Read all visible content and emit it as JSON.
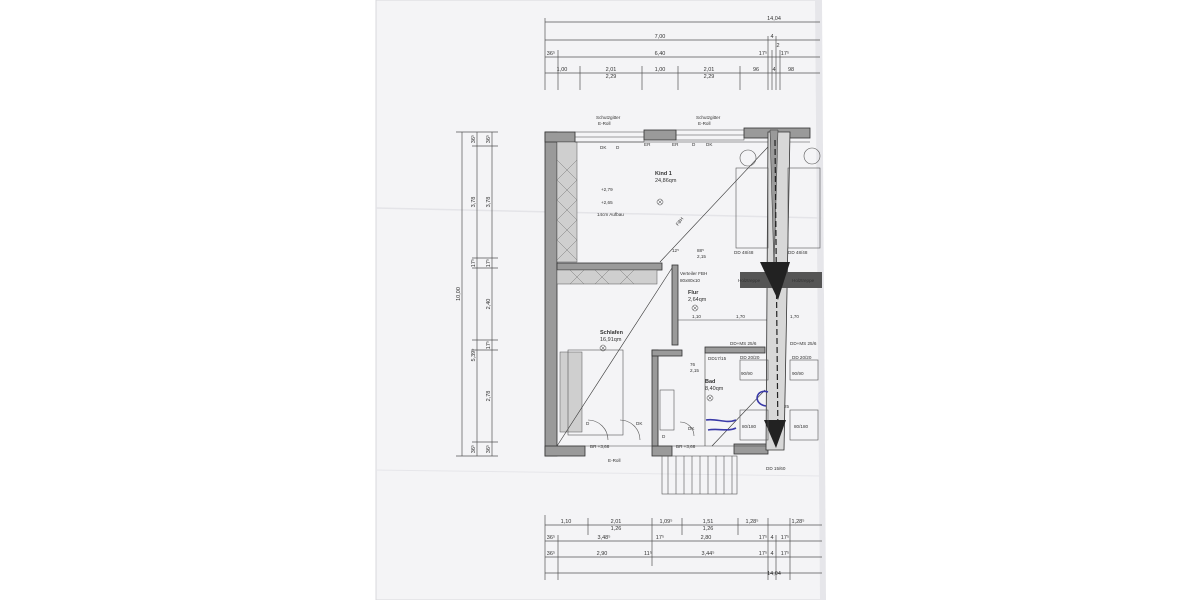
{
  "top_dimensions": {
    "total": "14,04",
    "row2": [
      "7,00",
      "4",
      "2"
    ],
    "row3": [
      "36⁵",
      "6,40",
      "17⁵",
      "17⁵"
    ],
    "row4": [
      "1,00",
      "2,01",
      "1,00",
      "2,01",
      "96",
      "4",
      "98"
    ],
    "row4_sub": [
      "2,29",
      "2,29"
    ]
  },
  "bottom_dimensions": {
    "row1": [
      "1,10",
      "2,01",
      "1,09⁵",
      "1,51",
      "1,28⁵",
      "1,28⁵"
    ],
    "row1_sub": [
      "1,26",
      "1,26"
    ],
    "row2": [
      "36⁵",
      "3,48⁵",
      "17⁵",
      "2,80",
      "17⁵",
      "4",
      "17⁵"
    ],
    "row3": [
      "36⁵",
      "2,90",
      "11⁵",
      "3,44⁵",
      "17⁵",
      "4",
      "17⁵"
    ],
    "total": "14,04"
  },
  "left_dimensions": {
    "total": "10,00",
    "outer": [
      "36⁵",
      "3,78",
      "17⁵",
      "2,40",
      "17⁵",
      "2,78",
      "36⁵"
    ],
    "inner": [
      "36⁵",
      "3,78",
      "17⁵",
      "5,39⁵",
      "36⁵"
    ]
  },
  "rooms": {
    "kind": {
      "name": "Kind 1",
      "area": "24,86qm"
    },
    "schlafen": {
      "name": "Schlafen",
      "area": "16,91qm"
    },
    "flur": {
      "name": "Flur",
      "area": "2,64qm"
    },
    "bad": {
      "name": "Bad",
      "area": "8,40qm"
    }
  },
  "annotations": {
    "schutzgitter_1": "Schutzgitter",
    "eroll_1": "E-Roll",
    "schutzgitter_2": "Schutzgitter",
    "eroll_2": "E-Roll",
    "dk": "DK",
    "d": "D",
    "er": "ER",
    "level_1": "+2,79",
    "level_2": "+2,65",
    "aufbau": "14cm Aufbau",
    "fbh": "FBH",
    "verteiler": "Verteiler FBH",
    "verteiler_size": "80x80x10",
    "holztreppe": "Holztreppe",
    "dd_48": "DD 48/48",
    "dd_ms": "DD+MS 25/6",
    "dd_20": "DD 20/20",
    "dd_17": "DD17/15",
    "dd_15": "DD 15/60",
    "br": "BR +3,68",
    "eroll_bottom": "E-Roll",
    "d_12": "12⁵",
    "d_88": "88⁵",
    "d_215": "2,15",
    "d_170": "1,70",
    "d_110": "1,10",
    "d_76": "76",
    "d_25": "25",
    "d_90": "90/90",
    "d_80": "80/180"
  },
  "colors": {
    "wall_fill": "#9a9a9a",
    "line": "#444444",
    "ink_blue": "#3a3aa8"
  }
}
